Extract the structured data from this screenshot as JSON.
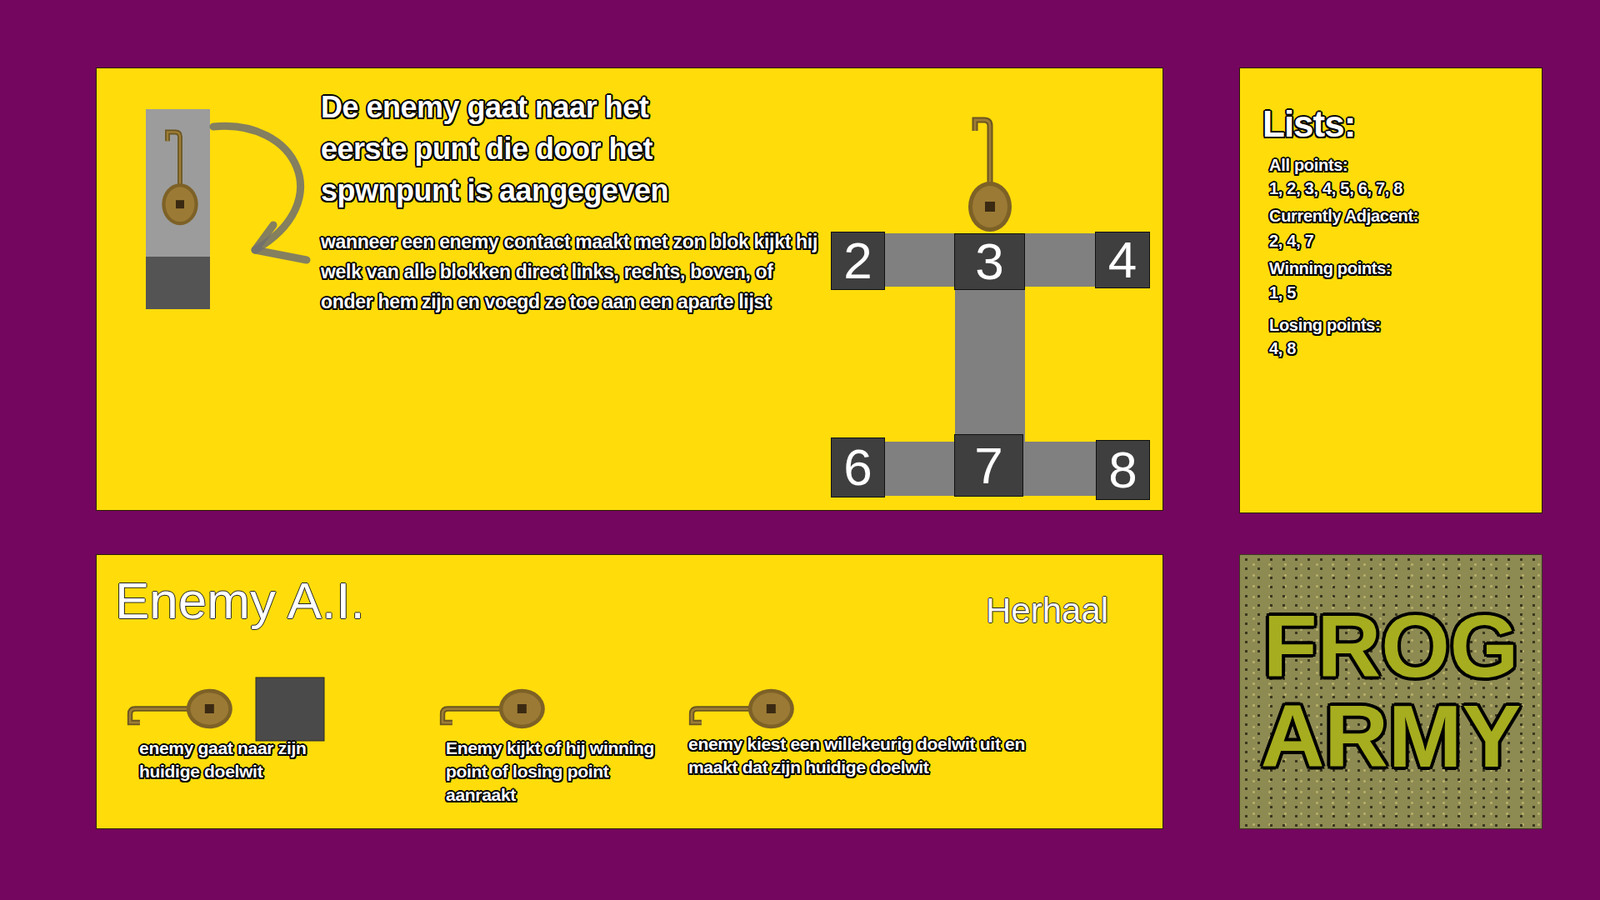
{
  "diagram": {
    "nodes": [
      {
        "text": [
          "De enemy gaat naar het eerste punt die door het spwnpunt is aangegeven",
          "wanneer een enemy contact maakt met zon blok kijkt hij welk van alle blokken direct links, rechts, boven, of onder hem zijn en voegd ze toe aan een aparte lijst"
        ]
      },
      {
        "text": [
          "2"
        ],
        "in": 0
      },
      {
        "text": [
          "3"
        ],
        "in": 0
      },
      {
        "text": [
          "4"
        ],
        "in": 0
      },
      {
        "text": [
          "6"
        ],
        "in": 0
      },
      {
        "text": [
          "7"
        ],
        "in": 0
      },
      {
        "text": [
          "8"
        ],
        "in": 0
      },
      {
        "text": [
          "Lists:",
          "All points:",
          "1, 2, 3, 4, 5, 6, 7, 8",
          "Currently Adjacent:",
          "2, 4, 7",
          "Winning points:",
          "1, 5",
          "Losing points:",
          "4, 8"
        ]
      },
      {
        "text": [
          "Enemy A.I.",
          "Herhaal",
          "enemy gaat naar zijn huidige doelwit",
          "Enemy kijkt of hij winning point of losing point aanraakt",
          "enemy kiest een willekeurig doelwit uit en maakt dat zijn huidige doelwit"
        ]
      },
      {
        "text": [
          "FROG ARMY"
        ]
      }
    ]
  }
}
